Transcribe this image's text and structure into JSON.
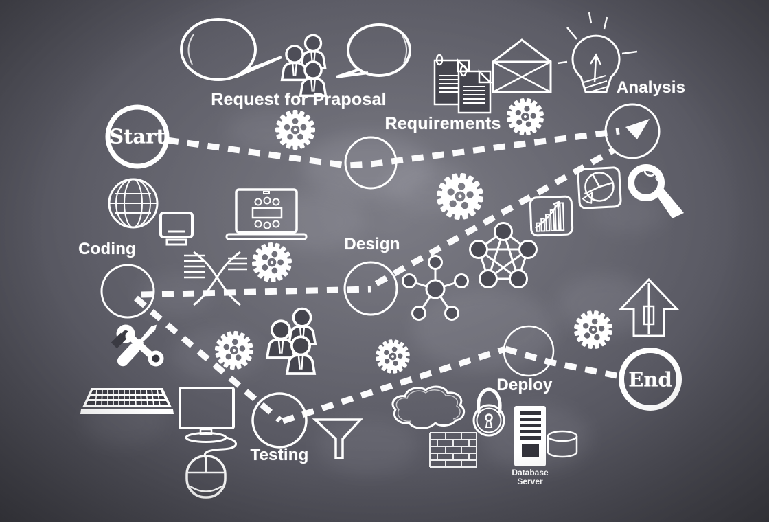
{
  "diagram_title": "Software Development Lifecycle Chalkboard Flow",
  "labels": {
    "start": "Start",
    "request_for_proposal": "Request for Praposal",
    "requirements": "Requirements",
    "analysis": "Analysis",
    "coding": "Coding",
    "design": "Design",
    "testing": "Testing",
    "deploy": "Deploy",
    "end": "End",
    "database_line1": "Database",
    "database_line2": "Server"
  },
  "flow": {
    "sequence": [
      "Start",
      "Request for Praposal",
      "Requirements",
      "Analysis",
      "Design",
      "Coding",
      "Testing",
      "Deploy",
      "End"
    ],
    "connector_style": "dashed-chalk-line",
    "terminals": [
      "Start",
      "End"
    ]
  },
  "colors": {
    "chalk": "#ffffff",
    "background_center": "#6b6b75",
    "background_edge": "#1a1a1f",
    "dark_slot": "#33333b"
  },
  "icons": [
    "speech-bubble-left",
    "speech-bubble-right",
    "discussion-team",
    "documents",
    "envelope",
    "idea-bulb",
    "gear",
    "gear",
    "gear",
    "gear",
    "gear",
    "gear",
    "gear",
    "pie-chart-box",
    "bar-chart-box",
    "magnifier",
    "network-pentagon",
    "molecule-hub",
    "globe",
    "desktop-computer",
    "laptop-meeting",
    "code-crossover",
    "wrench-screwdriver",
    "keyboard",
    "monitor-mouse",
    "testing-team",
    "funnel",
    "cloud",
    "firewall-wall",
    "padlock",
    "database-server",
    "database-cylinder",
    "upload-home-arrow",
    "flow-arrowhead"
  ]
}
